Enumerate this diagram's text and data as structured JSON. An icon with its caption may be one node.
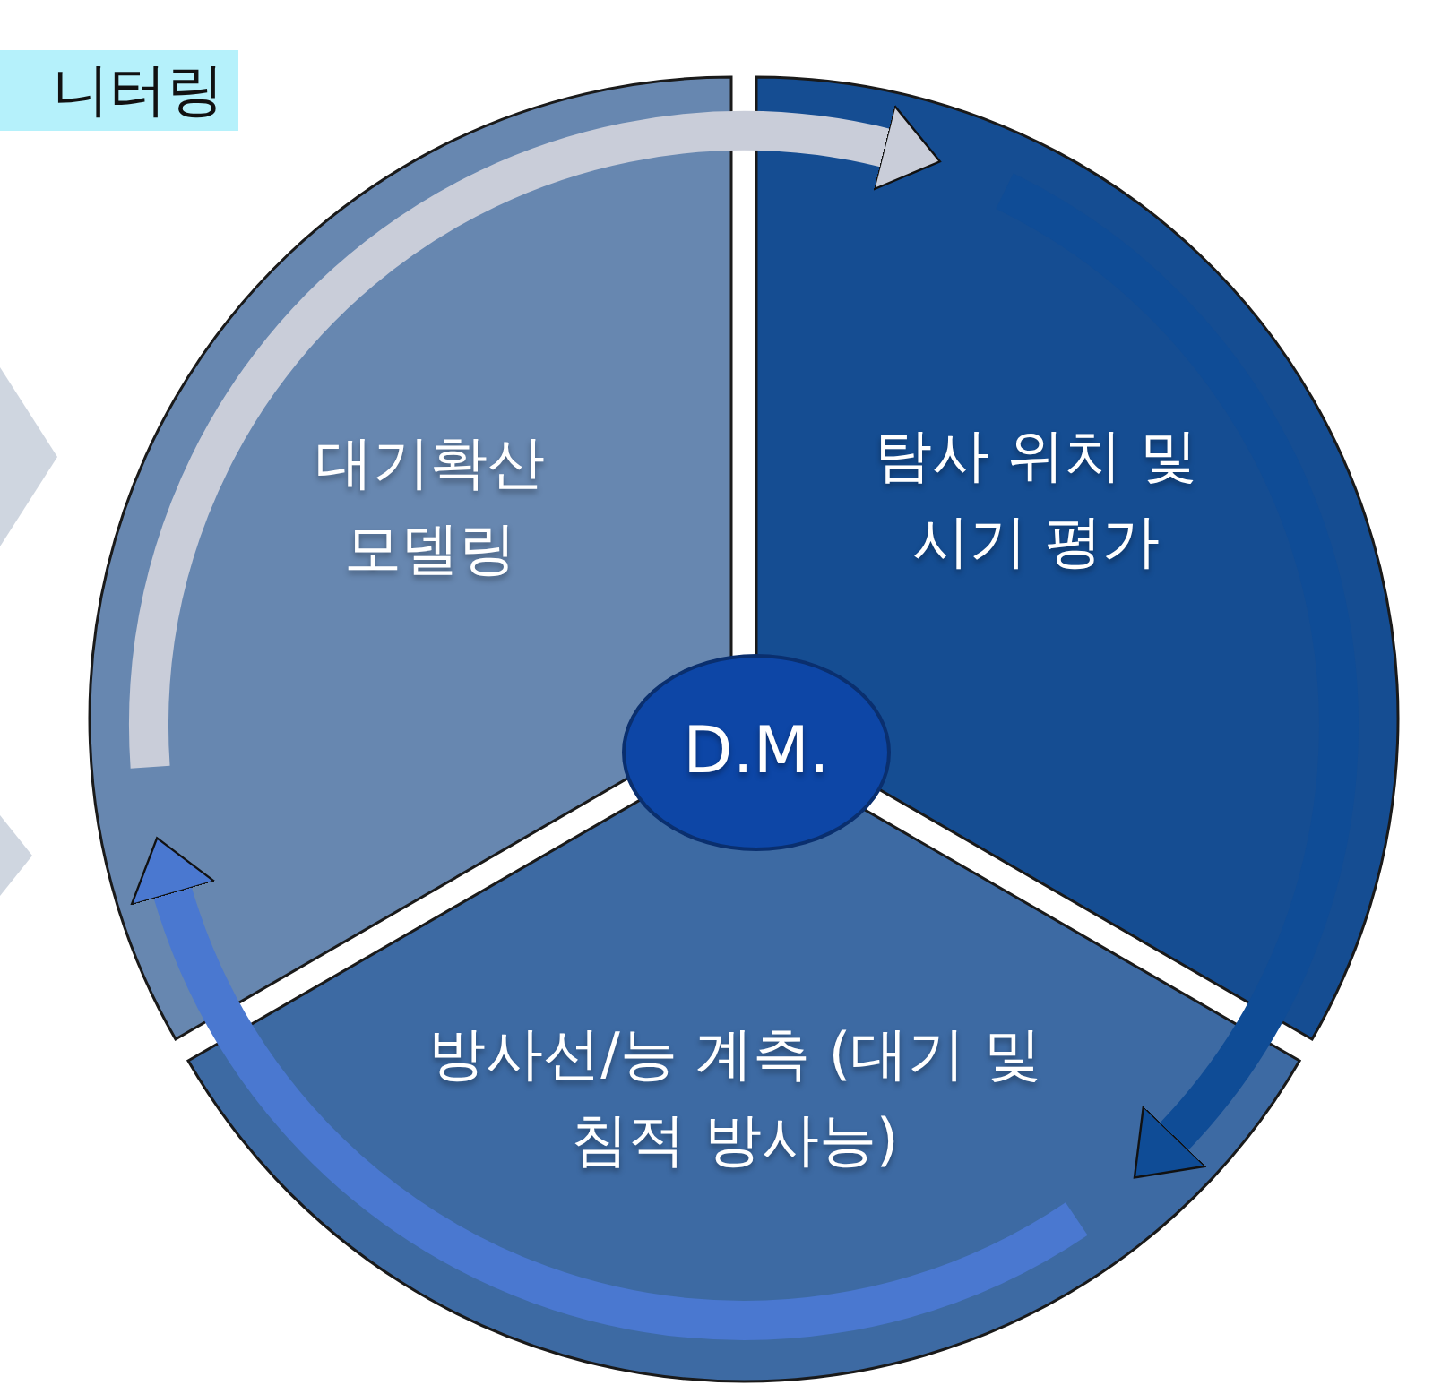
{
  "diagram": {
    "nodes": [
      {
        "text": [
          "니터링"
        ]
      },
      {
        "text": [
          "대기확산 모델링"
        ]
      },
      {
        "text": [
          "탐사 위치 및 시기 평가"
        ]
      },
      {
        "text": [
          "방사선/능 계측 (대기 및 침적 방사능)"
        ]
      },
      {
        "text": [
          "D.M."
        ]
      },
      {
        "text": [],
        "shape": "chevron"
      },
      {
        "text": [],
        "shape": "chevron"
      }
    ],
    "edges": [
      {
        "from": 1,
        "to": 2,
        "arrow": "to",
        "color": "#c9cdd9"
      },
      {
        "from": 2,
        "to": 3,
        "arrow": "to",
        "color": "#0f4c96"
      },
      {
        "from": 3,
        "to": 1,
        "arrow": "to",
        "color": "#4a78d0"
      }
    ]
  }
}
